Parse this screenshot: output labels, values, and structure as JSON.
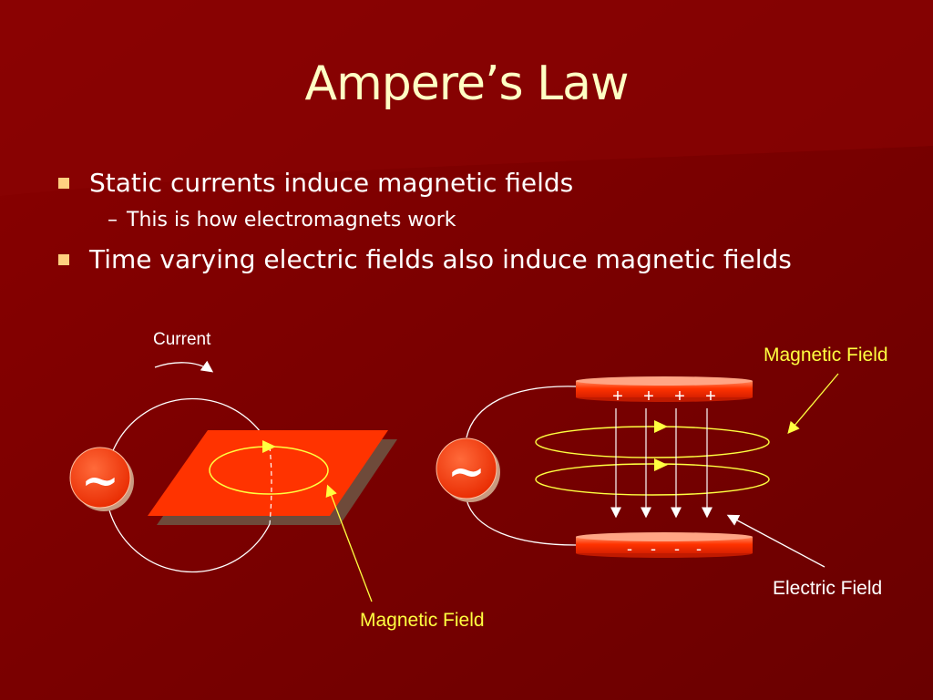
{
  "slide": {
    "title": "Ampere’s Law",
    "bullets": [
      {
        "text": "Static currents induce magnetic fields",
        "sub": [
          "This is how electromagnets work"
        ]
      },
      {
        "text": "Time varying electric fields also induce magnetic fields"
      }
    ]
  },
  "diagram_left": {
    "current_label": "Current",
    "source_symbol": "~",
    "field_label": "Magnetic Field"
  },
  "diagram_right": {
    "source_symbol": "~",
    "field_label_magnetic": "Magnetic Field",
    "field_label_electric": "Electric Field",
    "top_plate_charges": [
      "+",
      "+",
      "+",
      "+"
    ],
    "bottom_plate_charges": [
      "-",
      "-",
      "-",
      "-"
    ]
  },
  "colors": {
    "background": "#7a0000",
    "title": "#ffffc4",
    "bullet": "#ffd080",
    "plate": "#ff3300",
    "annotation": "#ffff40"
  }
}
